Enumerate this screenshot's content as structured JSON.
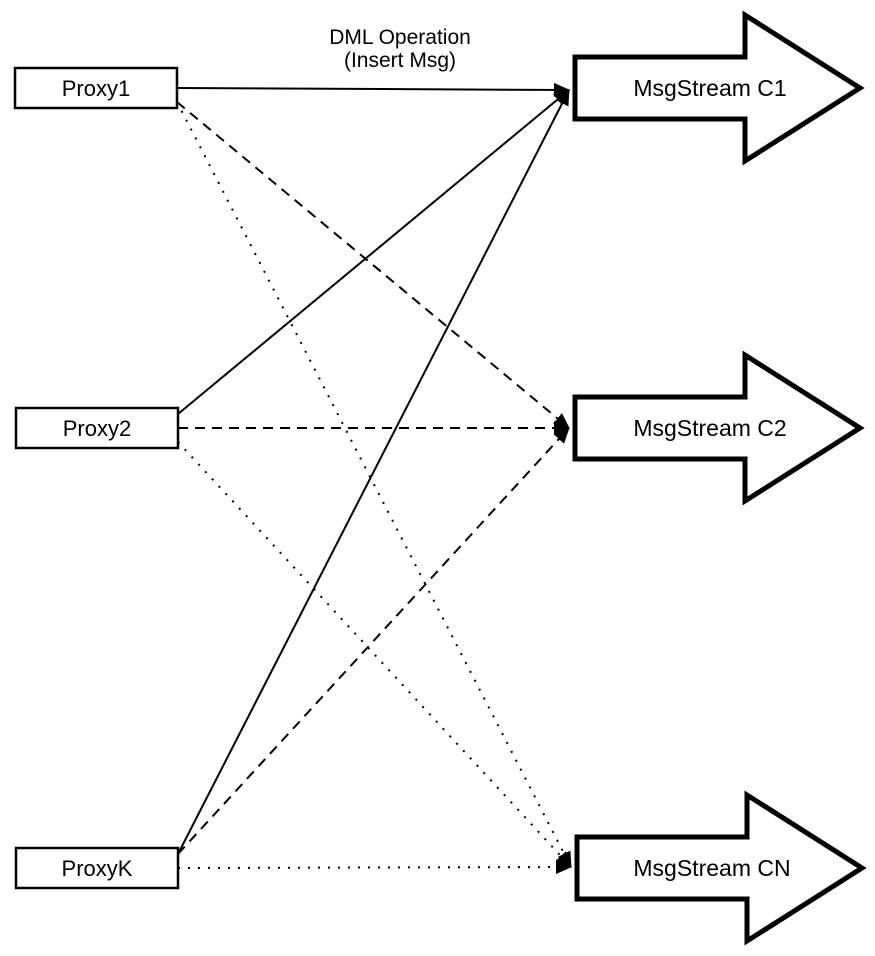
{
  "diagram": {
    "title": {
      "line1": "DML Operation",
      "line2": "(Insert Msg)"
    },
    "colors": {
      "stroke": "#000000",
      "fill": "#ffffff"
    },
    "proxies": [
      {
        "id": "proxy1",
        "label": "Proxy1"
      },
      {
        "id": "proxy2",
        "label": "Proxy2"
      },
      {
        "id": "proxyk",
        "label": "ProxyK"
      }
    ],
    "streams": [
      {
        "id": "c1",
        "label": "MsgStream C1"
      },
      {
        "id": "c2",
        "label": "MsgStream C2"
      },
      {
        "id": "cn",
        "label": "MsgStream CN"
      }
    ],
    "edges": [
      {
        "from": "proxy1",
        "to": "c1",
        "style": "solid"
      },
      {
        "from": "proxy1",
        "to": "c2",
        "style": "dashed"
      },
      {
        "from": "proxy1",
        "to": "cn",
        "style": "dotted"
      },
      {
        "from": "proxy2",
        "to": "c1",
        "style": "solid"
      },
      {
        "from": "proxy2",
        "to": "c2",
        "style": "dashed"
      },
      {
        "from": "proxy2",
        "to": "cn",
        "style": "dotted"
      },
      {
        "from": "proxyk",
        "to": "c1",
        "style": "solid"
      },
      {
        "from": "proxyk",
        "to": "c2",
        "style": "dashed"
      },
      {
        "from": "proxyk",
        "to": "cn",
        "style": "dotted"
      }
    ]
  }
}
